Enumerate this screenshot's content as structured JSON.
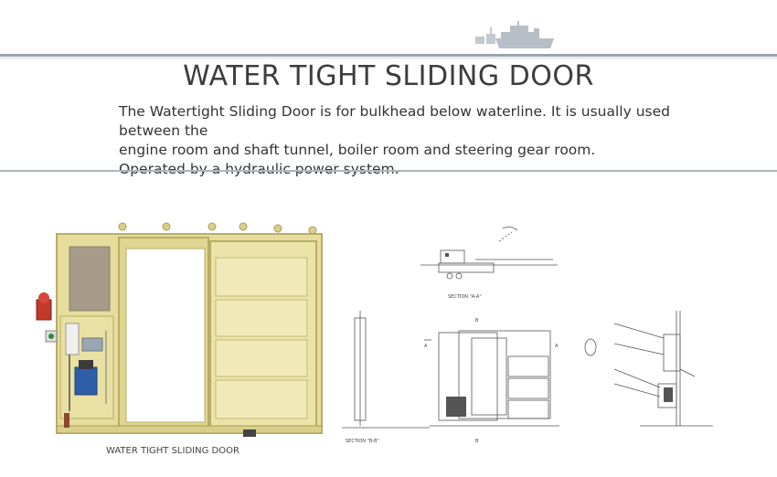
{
  "header": {
    "title": "WATER TIGHT SLIDING DOOR",
    "logo_icon": "ship-icon"
  },
  "description": {
    "line1": "The Watertight Sliding Door is for bulkhead below waterline. It is usually used between the",
    "line2": "engine room and shaft tunnel, boiler room and steering gear room.",
    "line3": "Operated by a hydraulic power system."
  },
  "photo": {
    "caption": "WATER TIGHT SLIDING DOOR"
  },
  "drawing": {
    "section_aa": "SECTION \"A-A\"",
    "section_bb": "SECTION \"B-B\"",
    "marker_b": "B",
    "marker_a": "A"
  },
  "colors": {
    "door_yellow": "#e8dfa0",
    "rule_gray": "#9aa3ad",
    "ship_gray": "#b7bec6"
  }
}
